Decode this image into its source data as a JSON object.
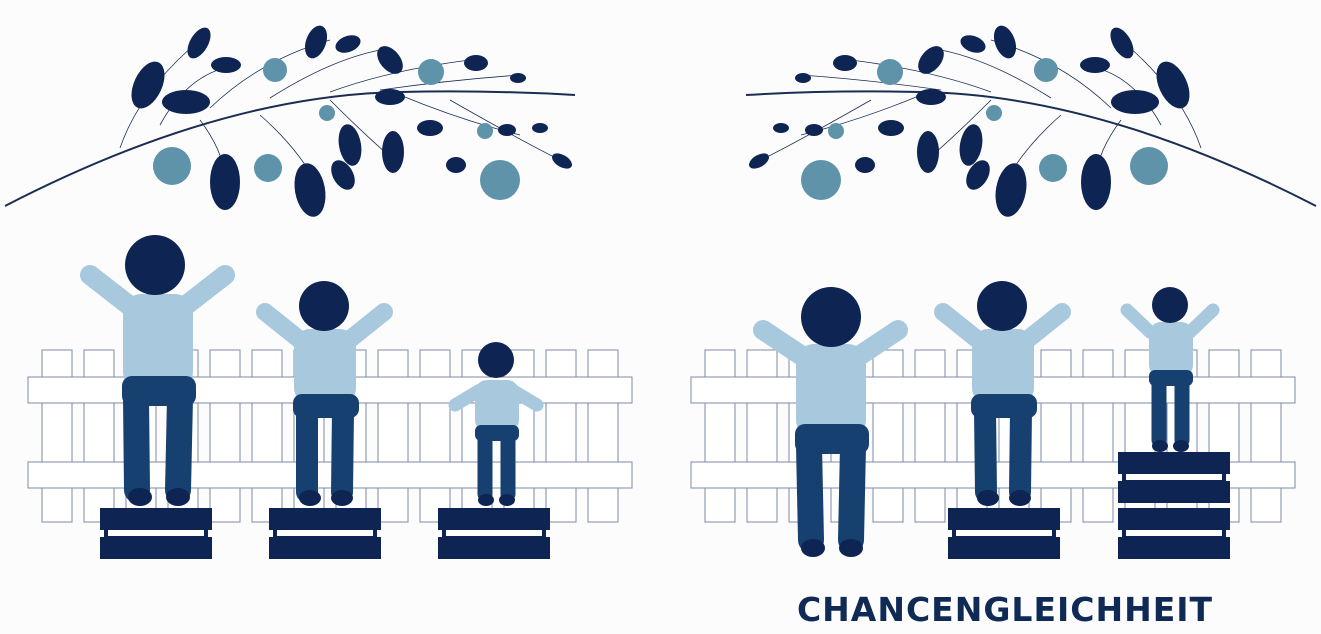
{
  "caption": "CHANCENGLEICHHEIT",
  "colors": {
    "navy": "#0e2452",
    "dark_blue": "#16406f",
    "light_blue": "#a8c8de",
    "berry": "#5e93a9",
    "fence_stroke": "#7e8aa6"
  },
  "scenes": [
    {
      "name": "equal-treatment",
      "people": [
        {
          "size": "tall",
          "crates": 1
        },
        {
          "size": "medium",
          "crates": 1
        },
        {
          "size": "small",
          "crates": 1
        }
      ]
    },
    {
      "name": "equity",
      "people": [
        {
          "size": "tall",
          "crates": 0
        },
        {
          "size": "medium",
          "crates": 1
        },
        {
          "size": "small",
          "crates": 2
        }
      ]
    }
  ]
}
